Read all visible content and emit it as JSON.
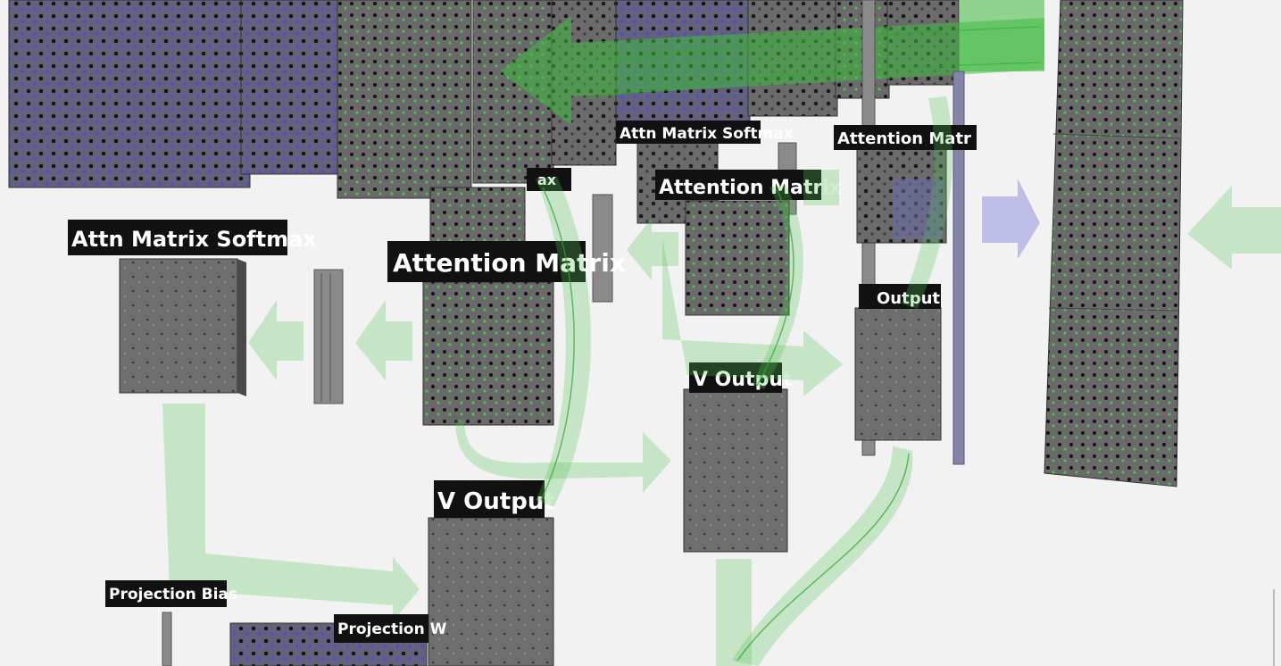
{
  "labels": {
    "attn_softmax_front": "Attn Matrix Softmax",
    "attention_matrix_front": "Attention Matrix",
    "v_output_front": "V Output",
    "attention_matrix_mid": "Attention Matrix",
    "v_output_mid": "V Output",
    "attention_matrix_back": "Attention Matr",
    "v_output_back": "Output",
    "softmax_back_partial": "ax",
    "softmax_back_partial2": "Attn Matrix Softmax",
    "projection_bias": "Projection Bias",
    "projection_w": "Projection W"
  },
  "colors": {
    "background": "#f2f2f2",
    "matrix": "#6b6b6b",
    "label_bg": "#111111",
    "flow_green": "#55c255",
    "flow_blue": "#7f7fd6"
  }
}
